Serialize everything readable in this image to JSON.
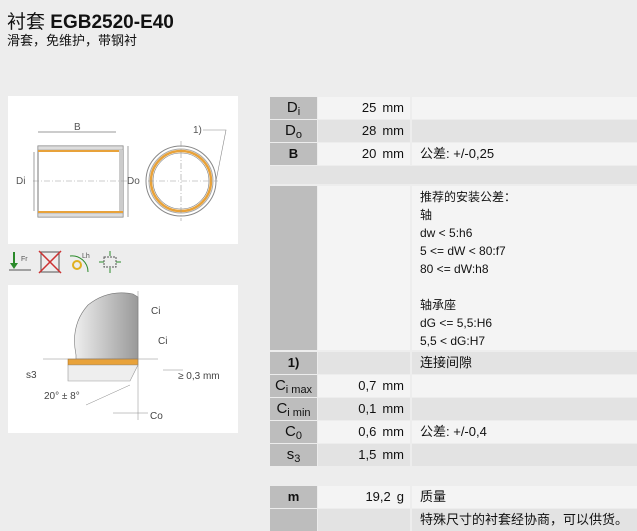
{
  "header": {
    "title_cn": "衬套",
    "title_code": "EGB2520-E40",
    "subtitle": "滑套，免维护，带钢衬"
  },
  "drawing1": {
    "label_B": "B",
    "label_Di": "Di",
    "label_Do": "Do",
    "label_ref": "1)"
  },
  "drawing2": {
    "label_ci1": "Ci",
    "label_ci2": "Ci",
    "label_s3": "s3",
    "label_angle": "20° ± 8°",
    "label_min": "≥ 0,3 mm",
    "label_co": "Co"
  },
  "icons": [
    "radial-load-icon",
    "no-tilt-icon",
    "life-icon",
    "fit-tolerance-icon"
  ],
  "dims": [
    {
      "label": "D",
      "sub": "i",
      "value": "25",
      "unit": "mm",
      "note": ""
    },
    {
      "label": "D",
      "sub": "o",
      "value": "28",
      "unit": "mm",
      "note": ""
    },
    {
      "label": "B",
      "sub": "",
      "value": "20",
      "unit": "mm",
      "note": "公差: +/-0,25"
    }
  ],
  "tolerance": {
    "lines": [
      "推荐的安装公差：",
      "轴",
      "dw < 5:h6",
      "5 <= dW < 80:f7",
      "80 <= dW:h8",
      "",
      "轴承座",
      "dG <= 5,5:H6",
      "5,5 < dG:H7"
    ]
  },
  "clearance": [
    {
      "label": "1)",
      "sub": "",
      "value": "",
      "unit": "",
      "note": "连接间隙"
    },
    {
      "label": "C",
      "sub": "i max",
      "value": "0,7",
      "unit": "mm",
      "note": ""
    },
    {
      "label": "C",
      "sub": "i min",
      "value": "0,1",
      "unit": "mm",
      "note": ""
    },
    {
      "label": "C",
      "sub": "0",
      "value": "0,6",
      "unit": "mm",
      "note": "公差: +/-0,4"
    },
    {
      "label": "s",
      "sub": "3",
      "value": "1,5",
      "unit": "mm",
      "note": ""
    }
  ],
  "mass": [
    {
      "label": "m",
      "sub": "",
      "value": "19,2",
      "unit": "g",
      "note": "质量"
    },
    {
      "label": "",
      "sub": "",
      "value": "",
      "unit": "",
      "note": "特殊尺寸的衬套经协商，可以供货。"
    }
  ],
  "colors": {
    "bronze": "#e8a23a",
    "label_bg": "#bdbdbd"
  }
}
